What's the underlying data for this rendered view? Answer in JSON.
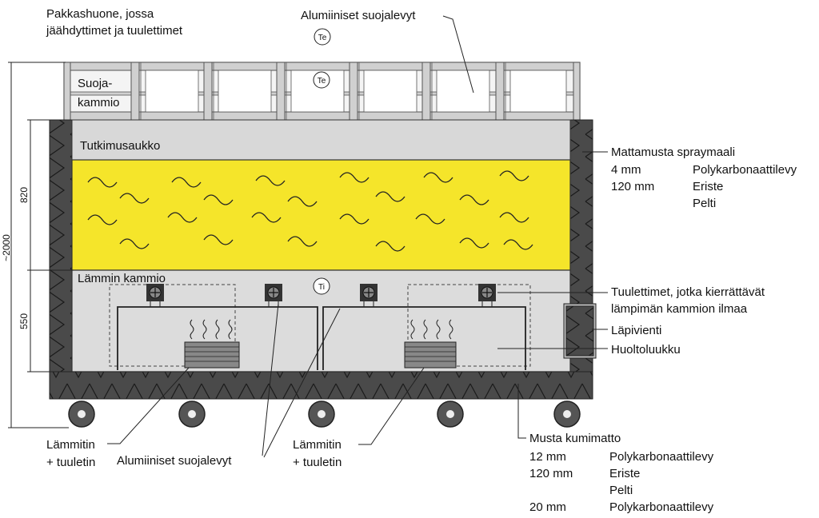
{
  "labels": {
    "pakkashuone_1": "Pakkashuone, jossa",
    "pakkashuone_2": "jäähdyttimet ja tuulettimet",
    "alu_top": "Alumiiniset suojalevyt",
    "suojakammio_1": "Suoja-",
    "suojakammio_2": "kammio",
    "tutkimusaukko": "Tutkimusaukko",
    "lammin_kammio": "Lämmin kammio",
    "lammitin_left_1": "Lämmitin",
    "lammitin_left_2": "+ tuuletin",
    "alu_bottom": "Alumiiniset suojalevyt",
    "lammitin_mid_1": "Lämmitin",
    "lammitin_mid_2": "+ tuuletin",
    "tuulettimet_1": "Tuulettimet, jotka kierrättävät",
    "tuulettimet_2": "lämpimän kammion ilmaa",
    "lapivienti": "Läpivienti",
    "huoltoluukku": "Huoltoluukku"
  },
  "sensors": {
    "te_outside": "Te",
    "te_chamber": "Te",
    "ti_warm": "Ti"
  },
  "wall_spec": {
    "title": "Mattamusta spraymaali",
    "rows": [
      {
        "thickness": "4 mm",
        "material": "Polykarbonaattilevy"
      },
      {
        "thickness": "120 mm",
        "material": "Eriste"
      },
      {
        "thickness": "",
        "material": "Pelti"
      }
    ]
  },
  "floor_spec": {
    "title": "Musta kumimatto",
    "rows": [
      {
        "thickness": "12 mm",
        "material": "Polykarbonaattilevy"
      },
      {
        "thickness": "120 mm",
        "material": "Eriste"
      },
      {
        "thickness": "",
        "material": "Pelti"
      },
      {
        "thickness": "20 mm",
        "material": "Polykarbonaattilevy"
      }
    ]
  },
  "dimensions": {
    "total_height": "~2000",
    "upper_height": "820",
    "lower_height": "550"
  },
  "colors": {
    "insulation": "#f5e52a",
    "opening": "#d8d8d8",
    "warm_chamber": "#dcdcdc",
    "wall": "#4a4a4a",
    "frame": "#d0d0d0"
  }
}
